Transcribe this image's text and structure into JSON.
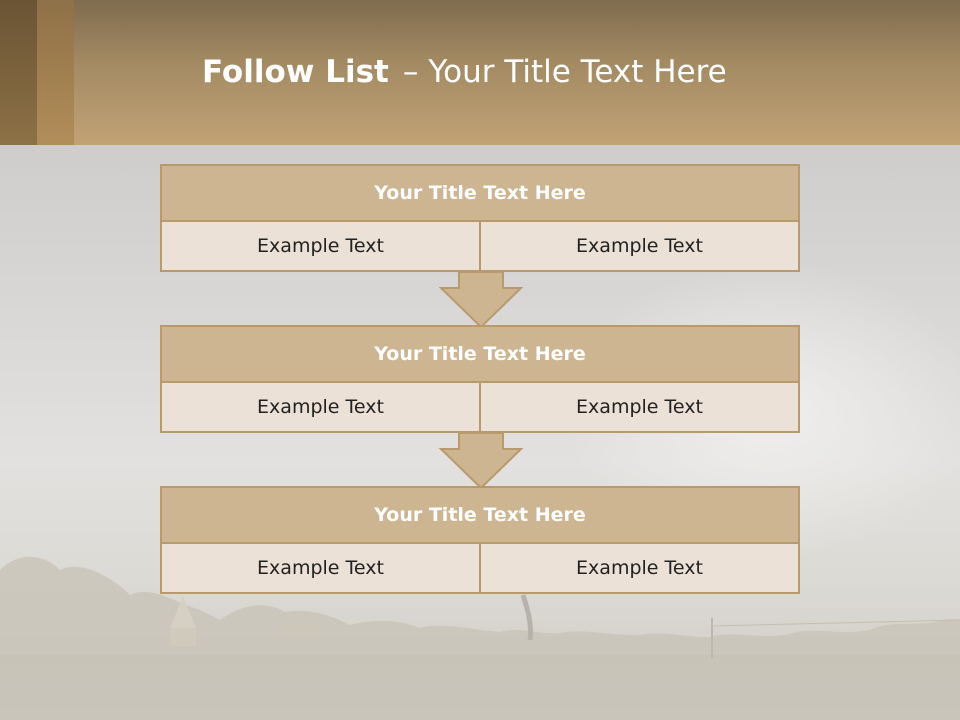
{
  "slide": {
    "title_strong": "Follow List",
    "title_separator": "–",
    "title_rest": "Your Title Text Here"
  },
  "steps": [
    {
      "title": "Your Title Text Here",
      "left": "Example Text",
      "right": "Example Text"
    },
    {
      "title": "Your Title Text Here",
      "left": "Example Text",
      "right": "Example Text"
    },
    {
      "title": "Your Title Text Here",
      "left": "Example Text",
      "right": "Example Text"
    }
  ],
  "colors": {
    "header_dark": "#7f6c4f",
    "header_light": "#c1a275",
    "box_title_fill": "#cdb591",
    "box_cell_fill": "#ebe1d6",
    "box_border": "#b99a6d"
  },
  "icons": {
    "connector": "arrow-down-icon",
    "background": "stormy-field-photo"
  }
}
